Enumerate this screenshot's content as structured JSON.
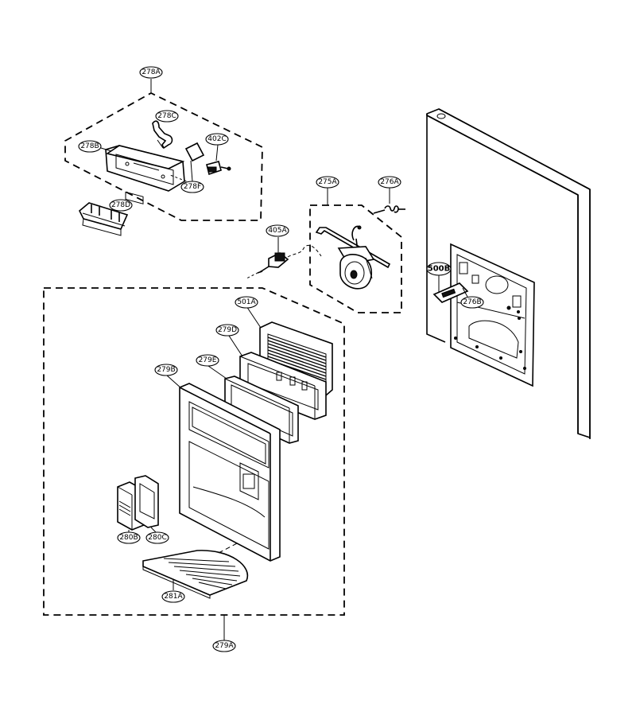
{
  "labels": {
    "l278A": "278A",
    "l278C": "278C",
    "l278B": "278B",
    "l402C": "402C",
    "l278F": "278F",
    "l278D": "278D",
    "l275A": "275A",
    "l276A": "276A",
    "l405A": "405A",
    "l500B": "500B",
    "l276B": "276B",
    "l501A": "501A",
    "l279D": "279D",
    "l279E": "279E",
    "l279B": "279B",
    "l280B": "280B",
    "l280C": "280C",
    "l281A": "281A",
    "l279A": "279A"
  }
}
